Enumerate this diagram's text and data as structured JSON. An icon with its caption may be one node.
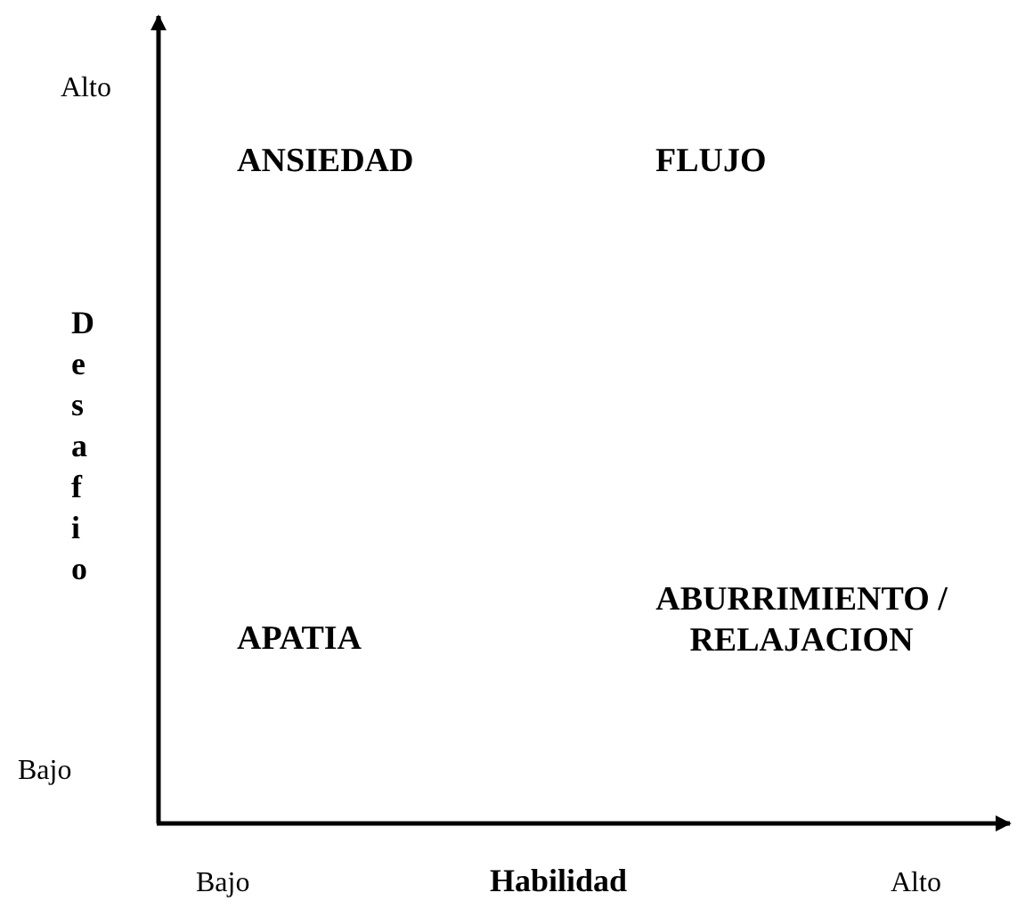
{
  "diagram": {
    "labels": [
      "Alto",
      "ANSIEDAD",
      "FLUJO",
      "Desafio",
      "APATIA",
      "ABURRIMIENTO / RELAJACION",
      "Bajo",
      "Bajo",
      "Habilidad",
      "Alto"
    ]
  }
}
